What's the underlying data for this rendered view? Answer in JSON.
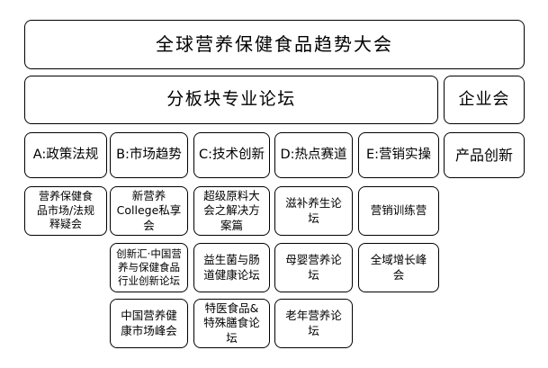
{
  "diagram": {
    "title": "全球营养保健食品趋势大会",
    "subtitle": "分板块专业论坛",
    "enterprise": "企业会",
    "product_innovation": "产品创新",
    "tracks": [
      {
        "id": "A",
        "label": "A:政策法规",
        "sessions": [
          "营养保健食\n品市场/法规\n释疑会"
        ]
      },
      {
        "id": "B",
        "label": "B:市场趋势",
        "sessions": [
          "新营养\nCollege私享\n会",
          "创新汇·中国营\n养与保健食品\n行业创新论坛",
          "中国营养健\n康市场峰会"
        ]
      },
      {
        "id": "C",
        "label": "C:技术创新",
        "sessions": [
          "超级原料大\n会之解决方\n案篇",
          "益生菌与肠\n道健康论坛",
          "特医食品&\n特殊膳食论\n坛"
        ]
      },
      {
        "id": "D",
        "label": "D:热点赛道",
        "sessions": [
          "滋补养生论\n坛",
          "母婴营养论\n坛",
          "老年营养论\n坛"
        ]
      },
      {
        "id": "E",
        "label": "E:营销实操",
        "sessions": [
          "营销训练营",
          "全域增长峰\n会"
        ]
      }
    ],
    "colors": {
      "border": "#000000",
      "text": "#000000",
      "background": "#ffffff"
    }
  }
}
